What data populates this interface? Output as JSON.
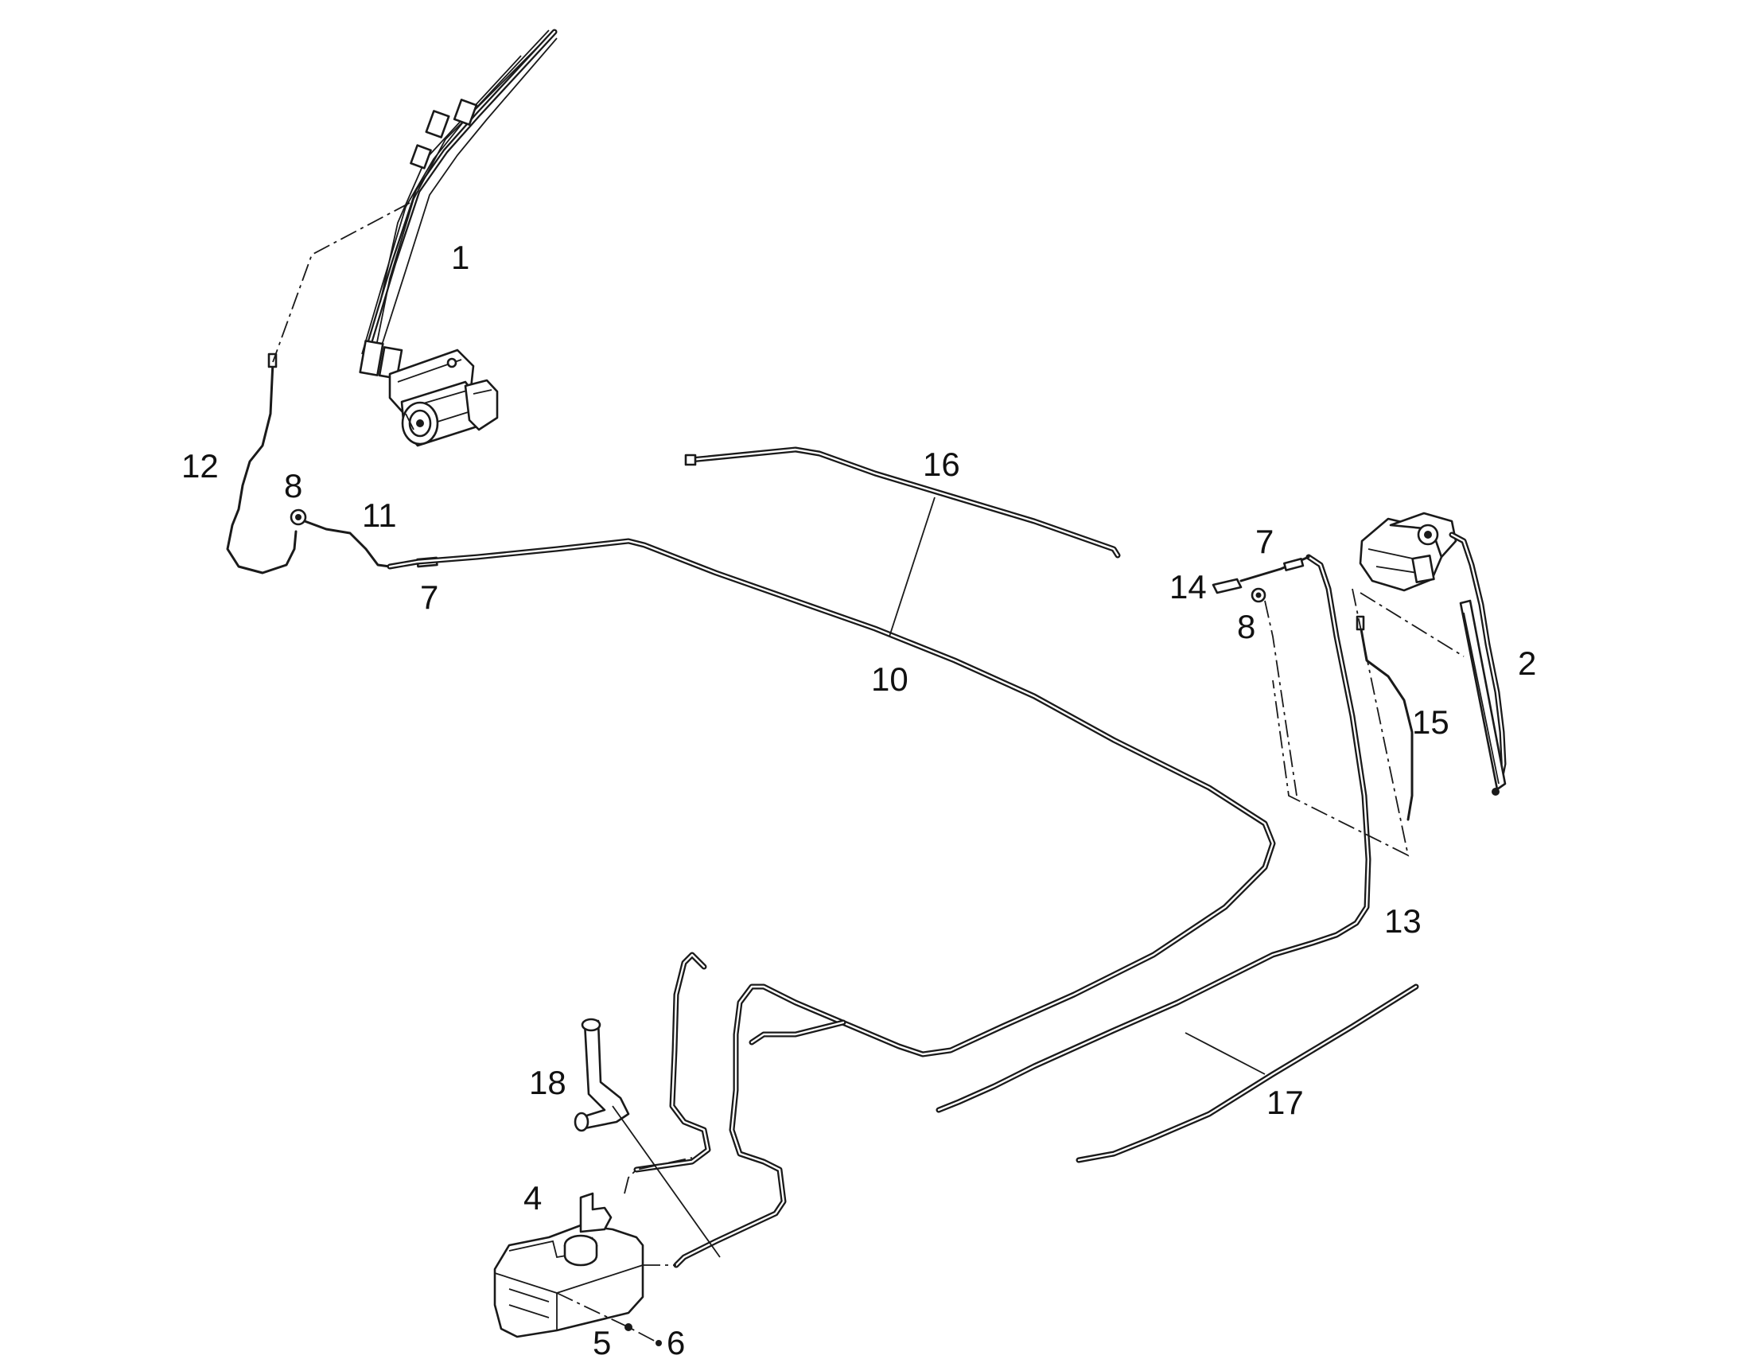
{
  "diagram": {
    "callouts": [
      {
        "id": "c1",
        "label": "1"
      },
      {
        "id": "c2",
        "label": "2"
      },
      {
        "id": "c4",
        "label": "4"
      },
      {
        "id": "c5",
        "label": "5"
      },
      {
        "id": "c6",
        "label": "6"
      },
      {
        "id": "c7a",
        "label": "7"
      },
      {
        "id": "c7b",
        "label": "7"
      },
      {
        "id": "c8a",
        "label": "8"
      },
      {
        "id": "c8b",
        "label": "8"
      },
      {
        "id": "c10",
        "label": "10"
      },
      {
        "id": "c11",
        "label": "11"
      },
      {
        "id": "c12",
        "label": "12"
      },
      {
        "id": "c13",
        "label": "13"
      },
      {
        "id": "c14",
        "label": "14"
      },
      {
        "id": "c15",
        "label": "15"
      },
      {
        "id": "c16",
        "label": "16"
      },
      {
        "id": "c17",
        "label": "17"
      },
      {
        "id": "c18",
        "label": "18"
      }
    ],
    "colors": {
      "line": "#1a1a1a",
      "background": "#ffffff"
    }
  }
}
